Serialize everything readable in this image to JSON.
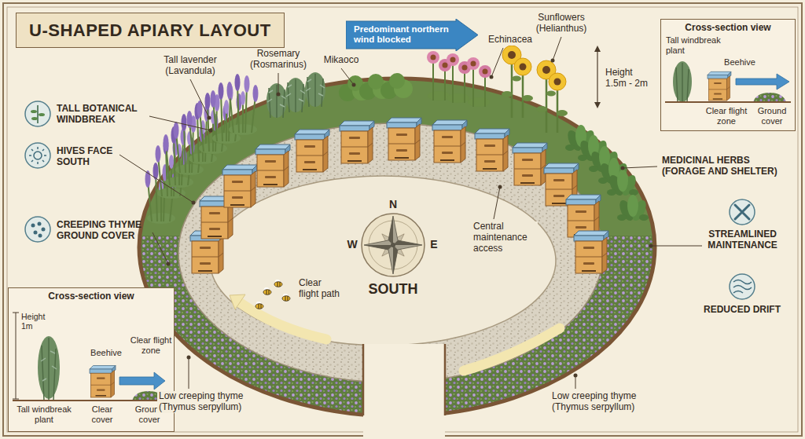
{
  "diagram": {
    "title": "U-SHAPED APIARY LAYOUT",
    "nodes": [
      {
        "text": [
          "Predominant northern wind blocked"
        ]
      },
      {
        "text": [
          "Cross-section view",
          "Tall windbreak plant",
          "Beehive",
          "Clear flight zone",
          "Ground cover"
        ]
      },
      {
        "text": [
          "Cross-section view",
          "Height 1m",
          "Beehive",
          "Clear flight zone",
          "Tall windbreak plant",
          "Clear cover",
          "Ground cover"
        ]
      }
    ],
    "labels": [
      "Tall lavender (Lavandula)",
      "Rosemary (Rosmarinus)",
      "Mikaoco",
      "Echinacea",
      "Sunflowers (Helianthus)",
      "Height 1.5m - 2m",
      "TALL BOTANICAL WINDBREAK",
      "HIVES FACE SOUTH",
      "CREEPING THYME GROUND COVER",
      "MEDICINAL HERBS (FORAGE AND SHELTER)",
      "STREAMLINED MAINTENANCE",
      "REDUCED DRIFT",
      "N",
      "W",
      "E",
      "SOUTH",
      "Central maintenance access",
      "Clear flight path",
      "Low creeping thyme (Thymus serpyllum)",
      "Low creeping thyme (Thymus serpyllum)"
    ]
  }
}
